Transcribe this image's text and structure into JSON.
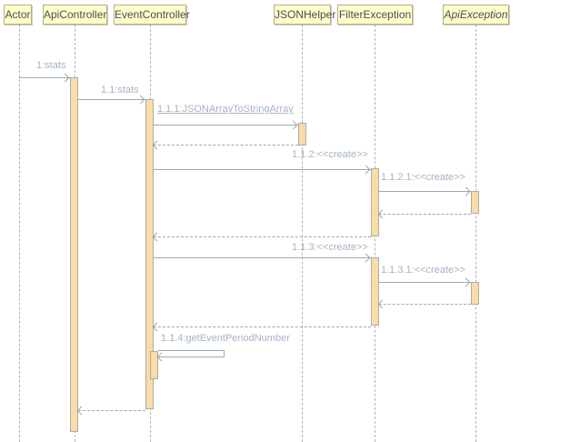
{
  "diagram": {
    "type": "uml-sequence-diagram",
    "participants": [
      {
        "name": "Actor"
      },
      {
        "name": "ApiController"
      },
      {
        "name": "EventController"
      },
      {
        "name": "JSONHelper"
      },
      {
        "name": "FilterException"
      },
      {
        "name": "ApiException",
        "abstract": true
      }
    ],
    "messages": [
      {
        "label": "1:stats",
        "from": "Actor",
        "to": "ApiController",
        "type": "call"
      },
      {
        "label": "1.1:stats",
        "from": "ApiController",
        "to": "EventController",
        "type": "call"
      },
      {
        "label": "1.1.1:JSONArrayToStringArray",
        "from": "EventController",
        "to": "JSONHelper",
        "type": "call",
        "static_method": true
      },
      {
        "label": "",
        "from": "JSONHelper",
        "to": "EventController",
        "type": "return"
      },
      {
        "label": "1.1.2:<<create>>",
        "from": "EventController",
        "to": "FilterException",
        "type": "call"
      },
      {
        "label": "1.1.2.1:<<create>>",
        "from": "FilterException",
        "to": "ApiException",
        "type": "call"
      },
      {
        "label": "",
        "from": "ApiException",
        "to": "FilterException",
        "type": "return"
      },
      {
        "label": "",
        "from": "FilterException",
        "to": "EventController",
        "type": "return"
      },
      {
        "label": "1.1.3:<<create>>",
        "from": "EventController",
        "to": "FilterException",
        "type": "call"
      },
      {
        "label": "1.1.3.1:<<create>>",
        "from": "FilterException",
        "to": "ApiException",
        "type": "call"
      },
      {
        "label": "",
        "from": "ApiException",
        "to": "FilterException",
        "type": "return"
      },
      {
        "label": "",
        "from": "FilterException",
        "to": "EventController",
        "type": "return"
      },
      {
        "label": "1.1.4:getEventPeriodNumber",
        "from": "EventController",
        "to": "EventController",
        "type": "self-call"
      },
      {
        "label": "",
        "from": "EventController",
        "to": "ApiController",
        "type": "return"
      }
    ],
    "colors": {
      "background": "#FFFFFF",
      "head_fill": "#FFFFCC",
      "head_border": "#B2B28E",
      "head_text": "#4D4D4D",
      "activation_fill": "#FBDCA2",
      "activation_border": "#A5AEB8",
      "message_text": "#A5B4C4",
      "line": "#9EA8B4",
      "lifeline": "#ABB6BE"
    }
  }
}
